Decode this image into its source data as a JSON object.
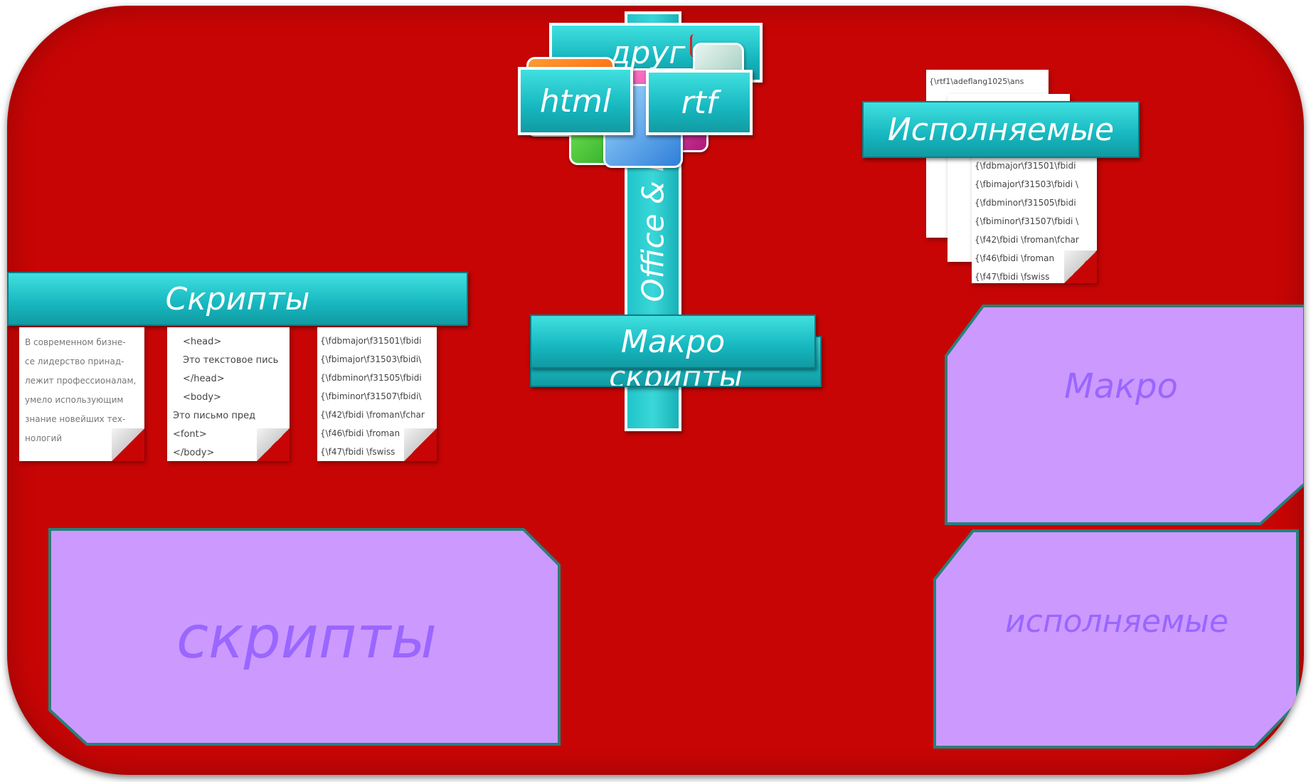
{
  "top": {
    "other_label": "друг",
    "html_label": "html",
    "rtf_label": "rtf",
    "office_label": "Office & P"
  },
  "labels": {
    "scripts": "Скрипты",
    "macro": "Макро",
    "macro_back": "скрипты",
    "executables": "Исполняемые"
  },
  "docs": {
    "plain_text": [
      "В современном бизне-",
      "се лидерство принад-",
      "лежит профессионалам,",
      "умело использующим",
      "знание новейших тех-",
      "нологий"
    ],
    "html_text": [
      "<head>",
      "Это текстовое пись",
      "</head>",
      "<body>",
      "Это письмо пред",
      "<font>",
      "</body>"
    ],
    "rtf_text": [
      "{\\fdbmajor\\f31501\\fbidi",
      "{\\fbimajor\\f31503\\fbidi\\",
      "{\\fdbminor\\f31505\\fbidi",
      "{\\fbiminor\\f31507\\fbidi\\",
      "{\\f42\\fbidi \\froman\\fchar",
      "{\\f46\\fbidi \\froman",
      "{\\f47\\fbidi \\fswiss"
    ],
    "exe_header": "{\\rtf1\\adeflang1025\\ans",
    "exe_text": [
      "{\\fdbmajor\\f31501\\fbidi",
      "{\\fbimajor\\f31503\\fbidi \\",
      "{\\fdbminor\\f31505\\fbidi",
      "{\\fbiminor\\f31507\\fbidi \\",
      "{\\f42\\fbidi \\froman\\fchar",
      "{\\f46\\fbidi \\froman",
      "{\\f47\\fbidi \\fswiss"
    ]
  },
  "boxes": {
    "scripts": "скрипты",
    "macro": "Макро",
    "executables": "исполняемые"
  },
  "colors": {
    "background": "#c80505",
    "teal": "#1fc6cc",
    "purple": "#cc99ff",
    "purple_text": "#9966ff"
  }
}
